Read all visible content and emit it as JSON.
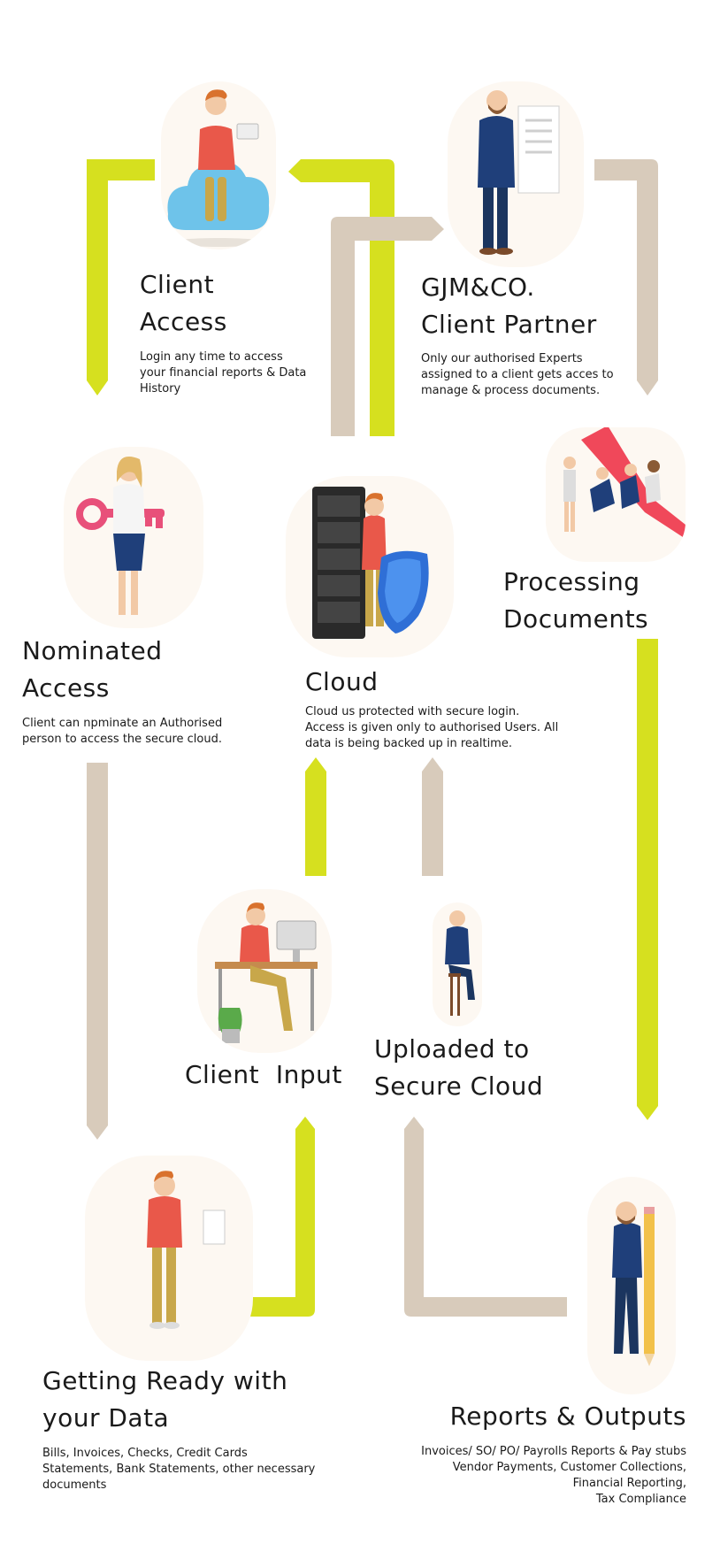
{
  "colors": {
    "lime": "#d6e01f",
    "taupe": "#d8cbbb",
    "card": "#fdf8f2"
  },
  "steps": {
    "client_access": {
      "title_line1": "Client",
      "title_line2": "Access",
      "description": "Login any time to access\nyour financial reports & Data\nHistory",
      "illustration_icon": "person-on-cloud-with-laptop-icon"
    },
    "client_partner": {
      "title_line1": "GJM&CO.",
      "title_line2": "Client Partner",
      "description": "Only our authorised Experts\nassigned to a client gets acces to\nmanage & process documents.",
      "illustration_icon": "businessman-with-document-icon"
    },
    "nominated_access": {
      "title_line1": "Nominated",
      "title_line2": "Access",
      "description": "Client can npminate an Authorised\nperson to access the secure cloud.",
      "illustration_icon": "woman-with-key-icon"
    },
    "cloud": {
      "title_line1": "Cloud",
      "description": "Cloud us protected with secure login.\nAccess is given only to authorised Users. All\ndata is being backed up in realtime.",
      "illustration_icon": "server-rack-and-shield-icon"
    },
    "processing_documents": {
      "title_line1": "Processing",
      "title_line2": "Documents",
      "illustration_icon": "team-pushing-arrow-icon"
    },
    "client_input": {
      "title_line1": "Client  Input",
      "illustration_icon": "person-at-desk-computer-icon"
    },
    "uploaded": {
      "title_line1": "Uploaded to",
      "title_line2": "Secure Cloud",
      "illustration_icon": "man-on-stool-icon"
    },
    "getting_ready": {
      "title_line1": "Getting Ready with",
      "title_line2": "your Data",
      "description": "Bills, Invoices, Checks, Credit Cards\nStatements, Bank Statements, other necessary\ndocuments",
      "illustration_icon": "man-holding-paper-icon"
    },
    "reports_outputs": {
      "title_line1": "Reports & Outputs",
      "description": "Invoices/ SO/ PO/ Payrolls Reports & Pay stubs\nVendor Payments, Customer Collections,\nFinancial Reporting,\nTax Compliance",
      "illustration_icon": "man-with-pencil-icon"
    }
  }
}
